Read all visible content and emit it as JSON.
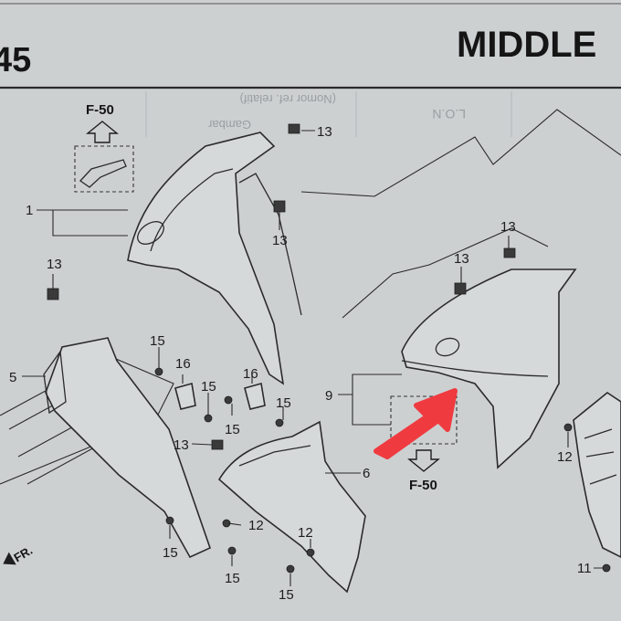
{
  "header": {
    "page_number": "45",
    "section_title": "MIDDLE"
  },
  "table_ghost": {
    "col_nomor": "(Nomor ref. relatif)",
    "col_lokasi": "L.O.N",
    "col_gambar": "Gambar"
  },
  "refs": {
    "f50_top": "F-50",
    "f50_bottom": "F-50",
    "front_marker": "FR."
  },
  "callouts": {
    "c1": "1",
    "c5": "5",
    "c6": "6",
    "c9": "9",
    "c11": "11",
    "c12a": "12",
    "c12b": "12",
    "c12c": "12",
    "c13a": "13",
    "c13b": "13",
    "c13c": "13",
    "c13d": "13",
    "c13e": "13",
    "c13f": "13",
    "c15a": "15",
    "c15b": "15",
    "c15c": "15",
    "c15d": "15",
    "c15e": "15",
    "c15f": "15",
    "c15g": "15",
    "c16a": "16",
    "c16b": "16"
  },
  "colors": {
    "paper": "#cdd0d1",
    "ink": "#1d1d1d",
    "annotation_arrow": "#ef3b40"
  }
}
